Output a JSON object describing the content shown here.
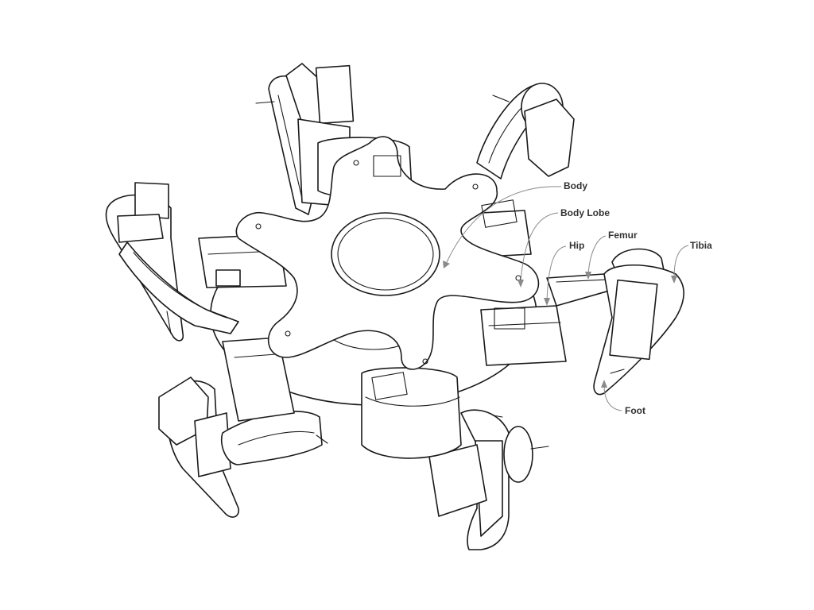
{
  "labels": {
    "body": "Body",
    "body_lobe": "Body Lobe",
    "hip": "Hip",
    "femur": "Femur",
    "tibia": "Tibia",
    "foot": "Foot"
  },
  "colors": {
    "ink": "#1a1a1a",
    "leader": "#8a8a8a",
    "label_text": "#333333",
    "background": "#ffffff"
  }
}
